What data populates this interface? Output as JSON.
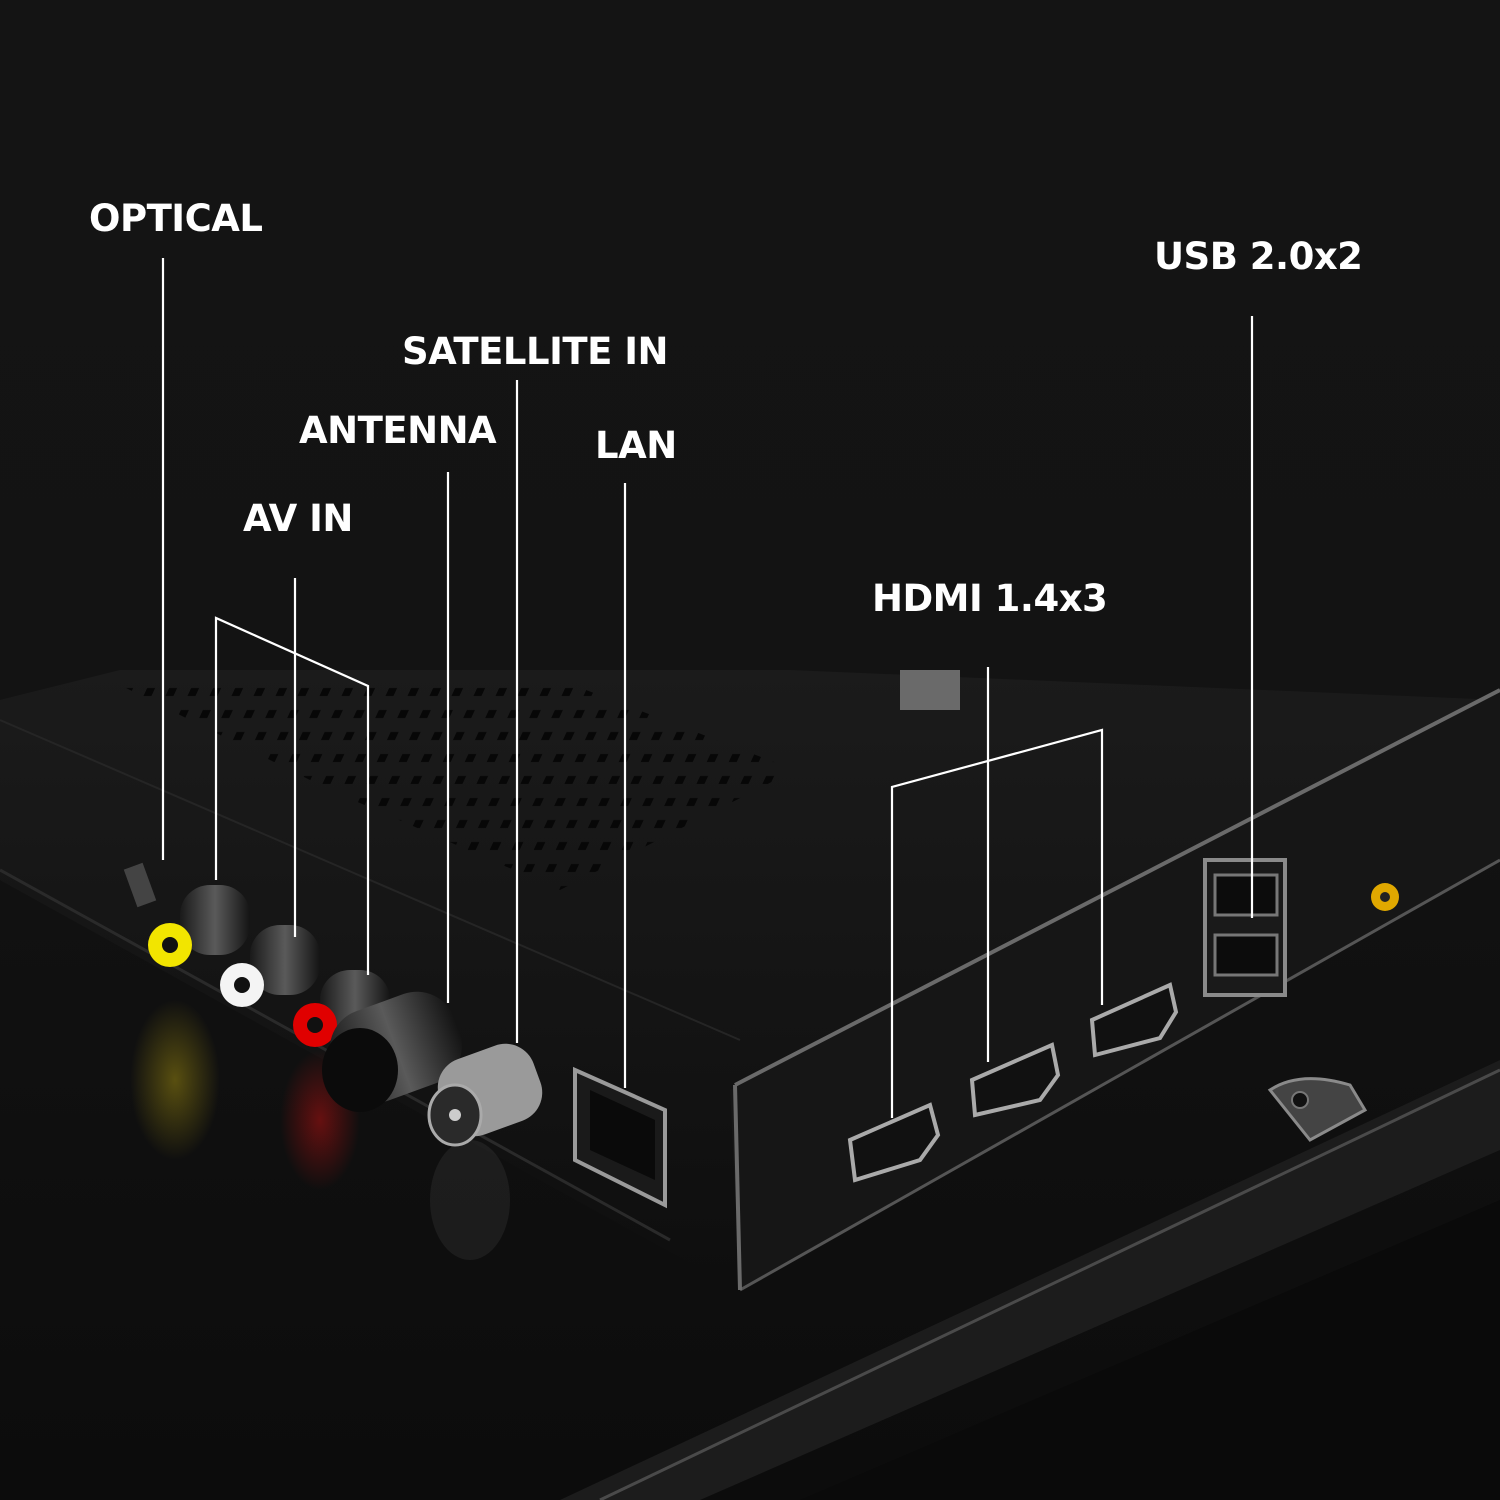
{
  "labels": {
    "optical": "OPTICAL",
    "av_in": "AV IN",
    "antenna": "ANTENNA",
    "satellite_in": "SATELLITE IN",
    "lan": "LAN",
    "hdmi": "HDMI 1.4x3",
    "usb": "USB 2.0x2"
  },
  "colors": {
    "background": "#131313",
    "label_text": "#ffffff",
    "rca_yellow": "#f2e500",
    "rca_white": "#f4f4f4",
    "rca_red": "#e00000",
    "metal": "#9a9a9a"
  }
}
